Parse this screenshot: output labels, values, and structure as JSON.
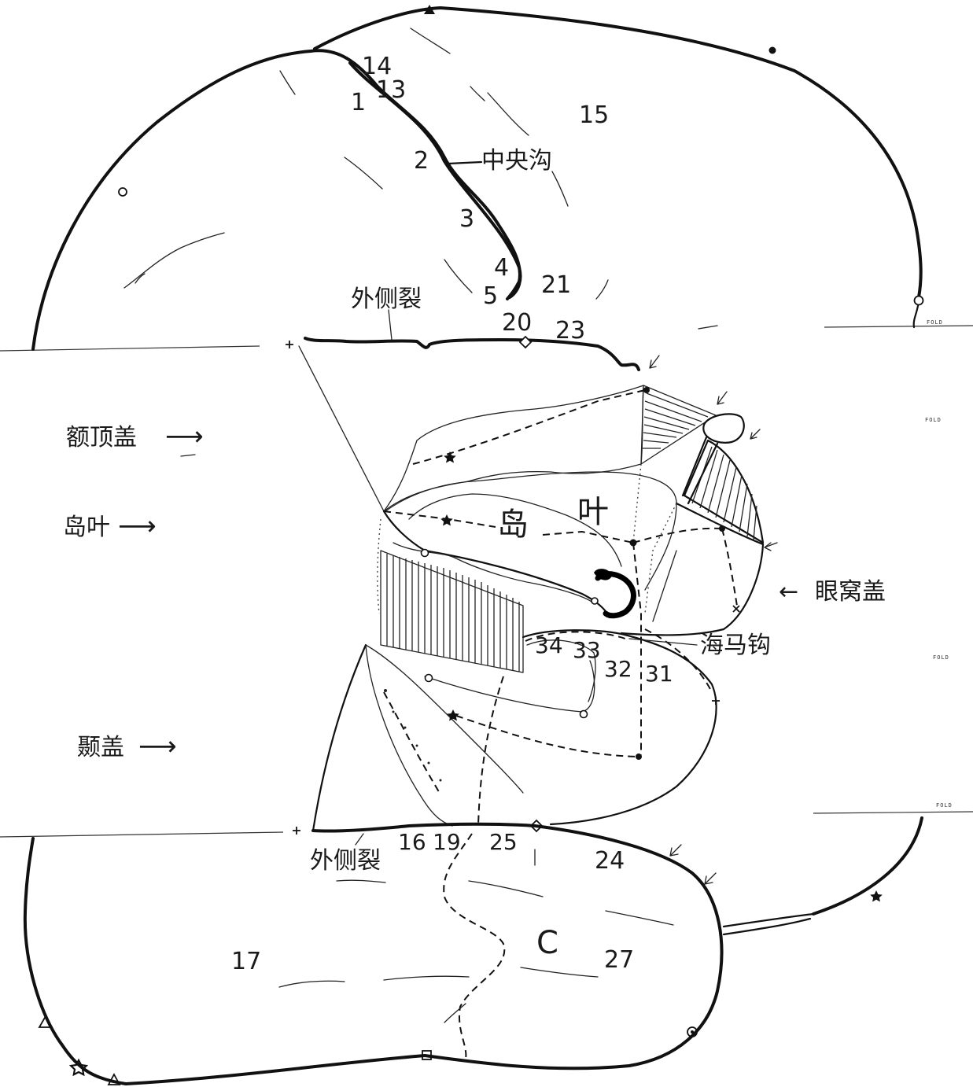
{
  "labels": {
    "central_sulcus": "中央沟",
    "lateral_fissure_top": "外侧裂",
    "lateral_fissure_bottom": "外侧裂",
    "frontoparietal_operculum": "额顶盖",
    "insula_side": "岛叶",
    "insula_char1": "岛",
    "insula_char2": "叶",
    "orbital_operculum": "眼窝盖",
    "uncus": "海马钩",
    "temporal_operculum": "颞盖",
    "region_c": "C"
  },
  "arrows": {
    "glyph": "⟶",
    "left_glyph": "←"
  },
  "region_numbers": {
    "n1": "1",
    "n2": "2",
    "n3": "3",
    "n4": "4",
    "n5": "5",
    "n13": "13",
    "n14": "14",
    "n15": "15",
    "n16": "16",
    "n17": "17",
    "n19": "19",
    "n20": "20",
    "n21": "21",
    "n23": "23",
    "n24": "24",
    "n25": "25",
    "n27": "27",
    "n31": "31",
    "n32": "32",
    "n33": "33",
    "n34": "34"
  },
  "fold_marks": {
    "fold": "FOLD"
  }
}
